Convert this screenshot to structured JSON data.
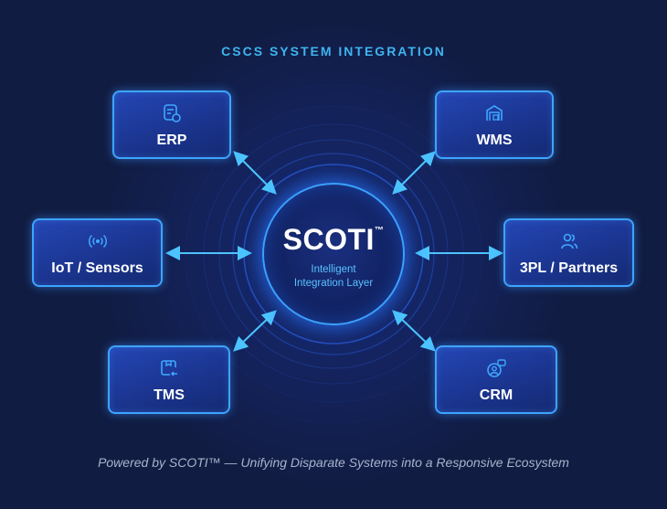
{
  "header": {
    "title": "CSCS SYSTEM INTEGRATION"
  },
  "hub": {
    "name": "SCOTI",
    "trademark": "™",
    "subtitle_line1": "Intelligent",
    "subtitle_line2": "Integration Layer"
  },
  "nodes": [
    {
      "id": "erp",
      "label": "ERP",
      "icon": "document-clock-icon"
    },
    {
      "id": "wms",
      "label": "WMS",
      "icon": "warehouse-icon"
    },
    {
      "id": "iot",
      "label": "IoT / Sensors",
      "icon": "wireless-signal-icon"
    },
    {
      "id": "3pl",
      "label": "3PL / Partners",
      "icon": "users-icon"
    },
    {
      "id": "tms",
      "label": "TMS",
      "icon": "package-return-icon"
    },
    {
      "id": "crm",
      "label": "CRM",
      "icon": "user-chat-icon"
    }
  ],
  "connections": [
    {
      "from": "erp",
      "to": "hub",
      "type": "bidirectional"
    },
    {
      "from": "wms",
      "to": "hub",
      "type": "bidirectional"
    },
    {
      "from": "iot",
      "to": "hub",
      "type": "bidirectional"
    },
    {
      "from": "3pl",
      "to": "hub",
      "type": "bidirectional"
    },
    {
      "from": "tms",
      "to": "hub",
      "type": "bidirectional"
    },
    {
      "from": "crm",
      "to": "hub",
      "type": "bidirectional"
    }
  ],
  "footer": {
    "text": "Powered by SCOTI™ — Unifying Disparate Systems into a Responsive Ecosystem"
  },
  "colors": {
    "background": "#111c42",
    "accent": "#3fb4f0",
    "node_border": "#3da4ff",
    "node_fill": "#1b3590",
    "arrow": "#4cc4ff"
  }
}
